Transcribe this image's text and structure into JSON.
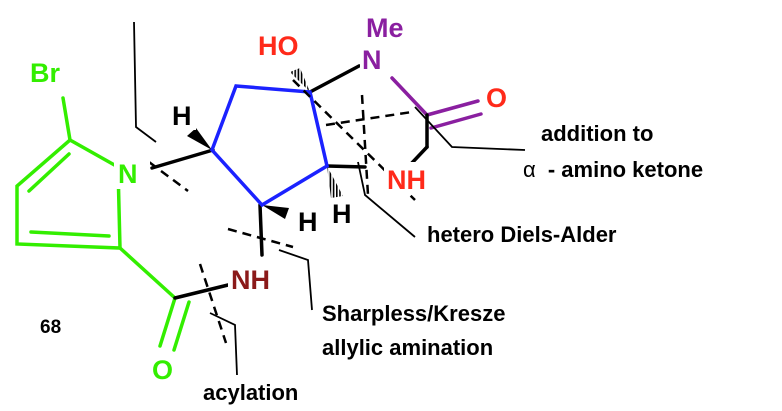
{
  "atoms": {
    "br": "Br",
    "n_pyrrole": "N",
    "ho": "HO",
    "me": "Me",
    "n_amide": "N",
    "o_ketone": "O",
    "nh_right": "NH",
    "h_upper_left": "H",
    "h_lower_left": "H",
    "h_right": "H",
    "nh_lower": "NH",
    "o_lower": "O"
  },
  "annotations": {
    "addition_line1": "addition to",
    "addition_alpha": "α",
    "addition_line2": "- amino ketone",
    "hetero_da": "hetero Diels-Alder",
    "sharpless_line1": "Sharpless/Kresze",
    "sharpless_line2": "allylic amination",
    "acylation": "acylation"
  },
  "compound_number": "68",
  "colors": {
    "pyrrole_green": "#33ee00",
    "ring_blue": "#1b22ff",
    "oxygen_red": "#ff2a1a",
    "methylamide_purple": "#8a1fa0",
    "nh_dark_red": "#8b1a1a",
    "bond_black": "#000000"
  }
}
